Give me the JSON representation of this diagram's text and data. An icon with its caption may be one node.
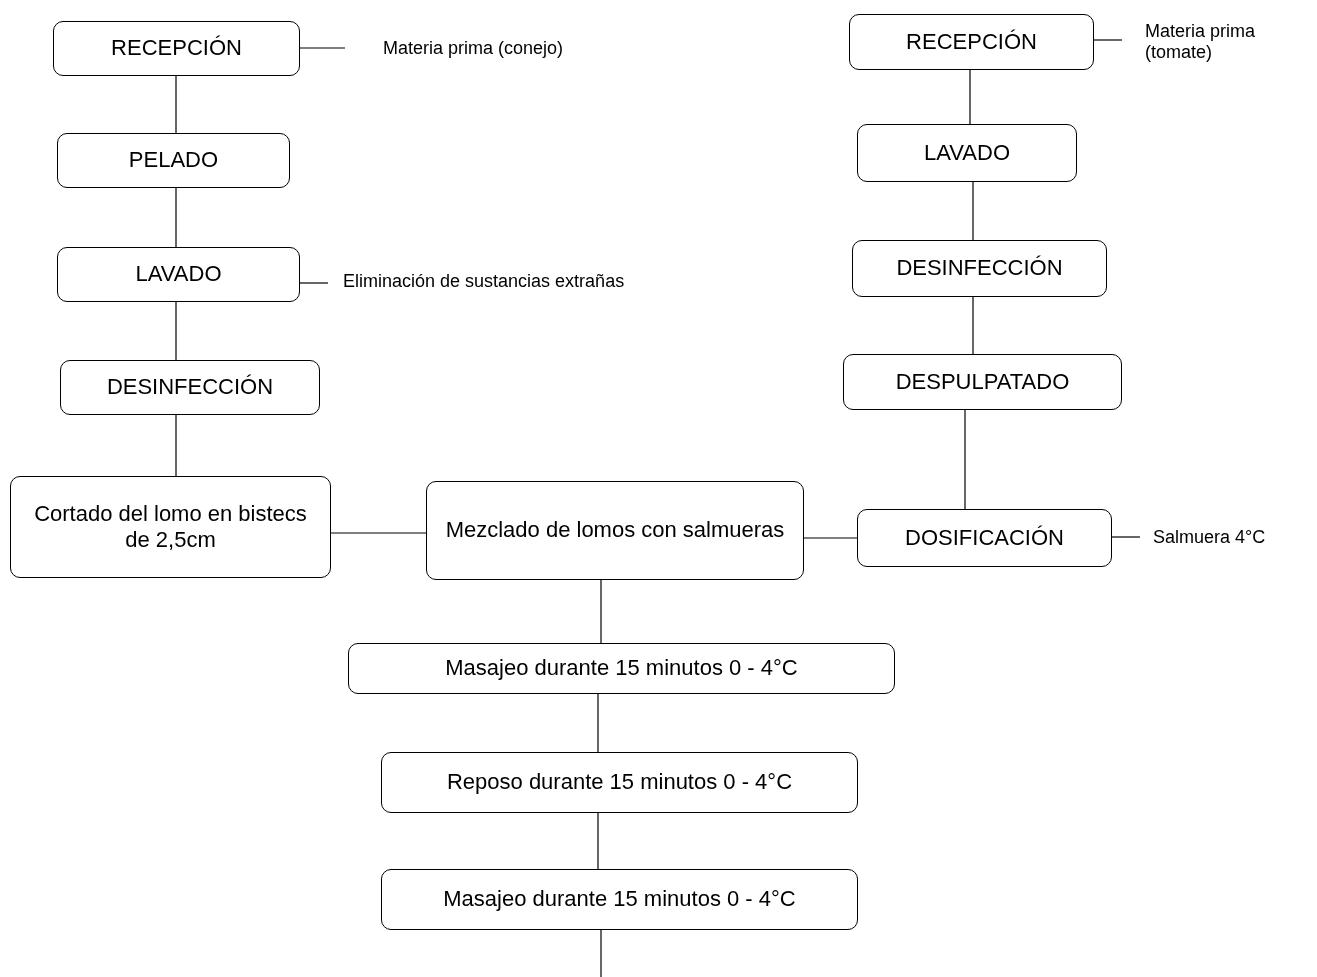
{
  "diagram": {
    "nodes": [
      {
        "text": [
          "RECEPCIÓN"
        ]
      },
      {
        "text": [
          "Materia prima (conejo)"
        ]
      },
      {
        "text": [
          "PELADO"
        ]
      },
      {
        "text": [
          "LAVADO"
        ]
      },
      {
        "text": [
          "Eliminación de sustancias extrañas"
        ]
      },
      {
        "text": [
          "DESINFECCIÓN"
        ]
      },
      {
        "text": [
          "Cortado del lomo en bistecs de 2,5cm"
        ]
      },
      {
        "text": [
          "Mezclado de lomos con salmueras"
        ]
      },
      {
        "text": [
          "RECEPCIÓN"
        ]
      },
      {
        "text": [
          "Materia prima (tomate)"
        ]
      },
      {
        "text": [
          "LAVADO"
        ]
      },
      {
        "text": [
          "DESINFECCIÓN"
        ]
      },
      {
        "text": [
          "DESPULPATADO"
        ]
      },
      {
        "text": [
          "DOSIFICACIÓN"
        ]
      },
      {
        "text": [
          "Salmuera 4°C"
        ]
      },
      {
        "text": [
          "Masajeo durante 15 minutos 0 - 4°C"
        ]
      },
      {
        "text": [
          "Reposo durante 15 minutos 0 - 4°C"
        ]
      },
      {
        "text": [
          "Masajeo durante 15 minutos 0 - 4°C"
        ]
      }
    ],
    "edges": [
      {
        "from": 0,
        "to": 1,
        "arrow": "none"
      },
      {
        "from": 0,
        "to": 2,
        "arrow": "none"
      },
      {
        "from": 2,
        "to": 3,
        "arrow": "none"
      },
      {
        "from": 3,
        "to": 4,
        "arrow": "none"
      },
      {
        "from": 3,
        "to": 5,
        "arrow": "none"
      },
      {
        "from": 5,
        "to": 6,
        "arrow": "none"
      },
      {
        "from": 6,
        "to": 7,
        "arrow": "none"
      },
      {
        "from": 8,
        "to": 9,
        "arrow": "none"
      },
      {
        "from": 8,
        "to": 10,
        "arrow": "none"
      },
      {
        "from": 10,
        "to": 11,
        "arrow": "none"
      },
      {
        "from": 11,
        "to": 12,
        "arrow": "none"
      },
      {
        "from": 12,
        "to": 13,
        "arrow": "none"
      },
      {
        "from": 13,
        "to": 14,
        "arrow": "none"
      },
      {
        "from": 13,
        "to": 7,
        "arrow": "none"
      },
      {
        "from": 7,
        "to": 15,
        "arrow": "none"
      },
      {
        "from": 15,
        "to": 16,
        "arrow": "none"
      },
      {
        "from": 16,
        "to": 17,
        "arrow": "none"
      },
      {
        "from": 17,
        "to": null,
        "arrow": "none"
      }
    ]
  }
}
